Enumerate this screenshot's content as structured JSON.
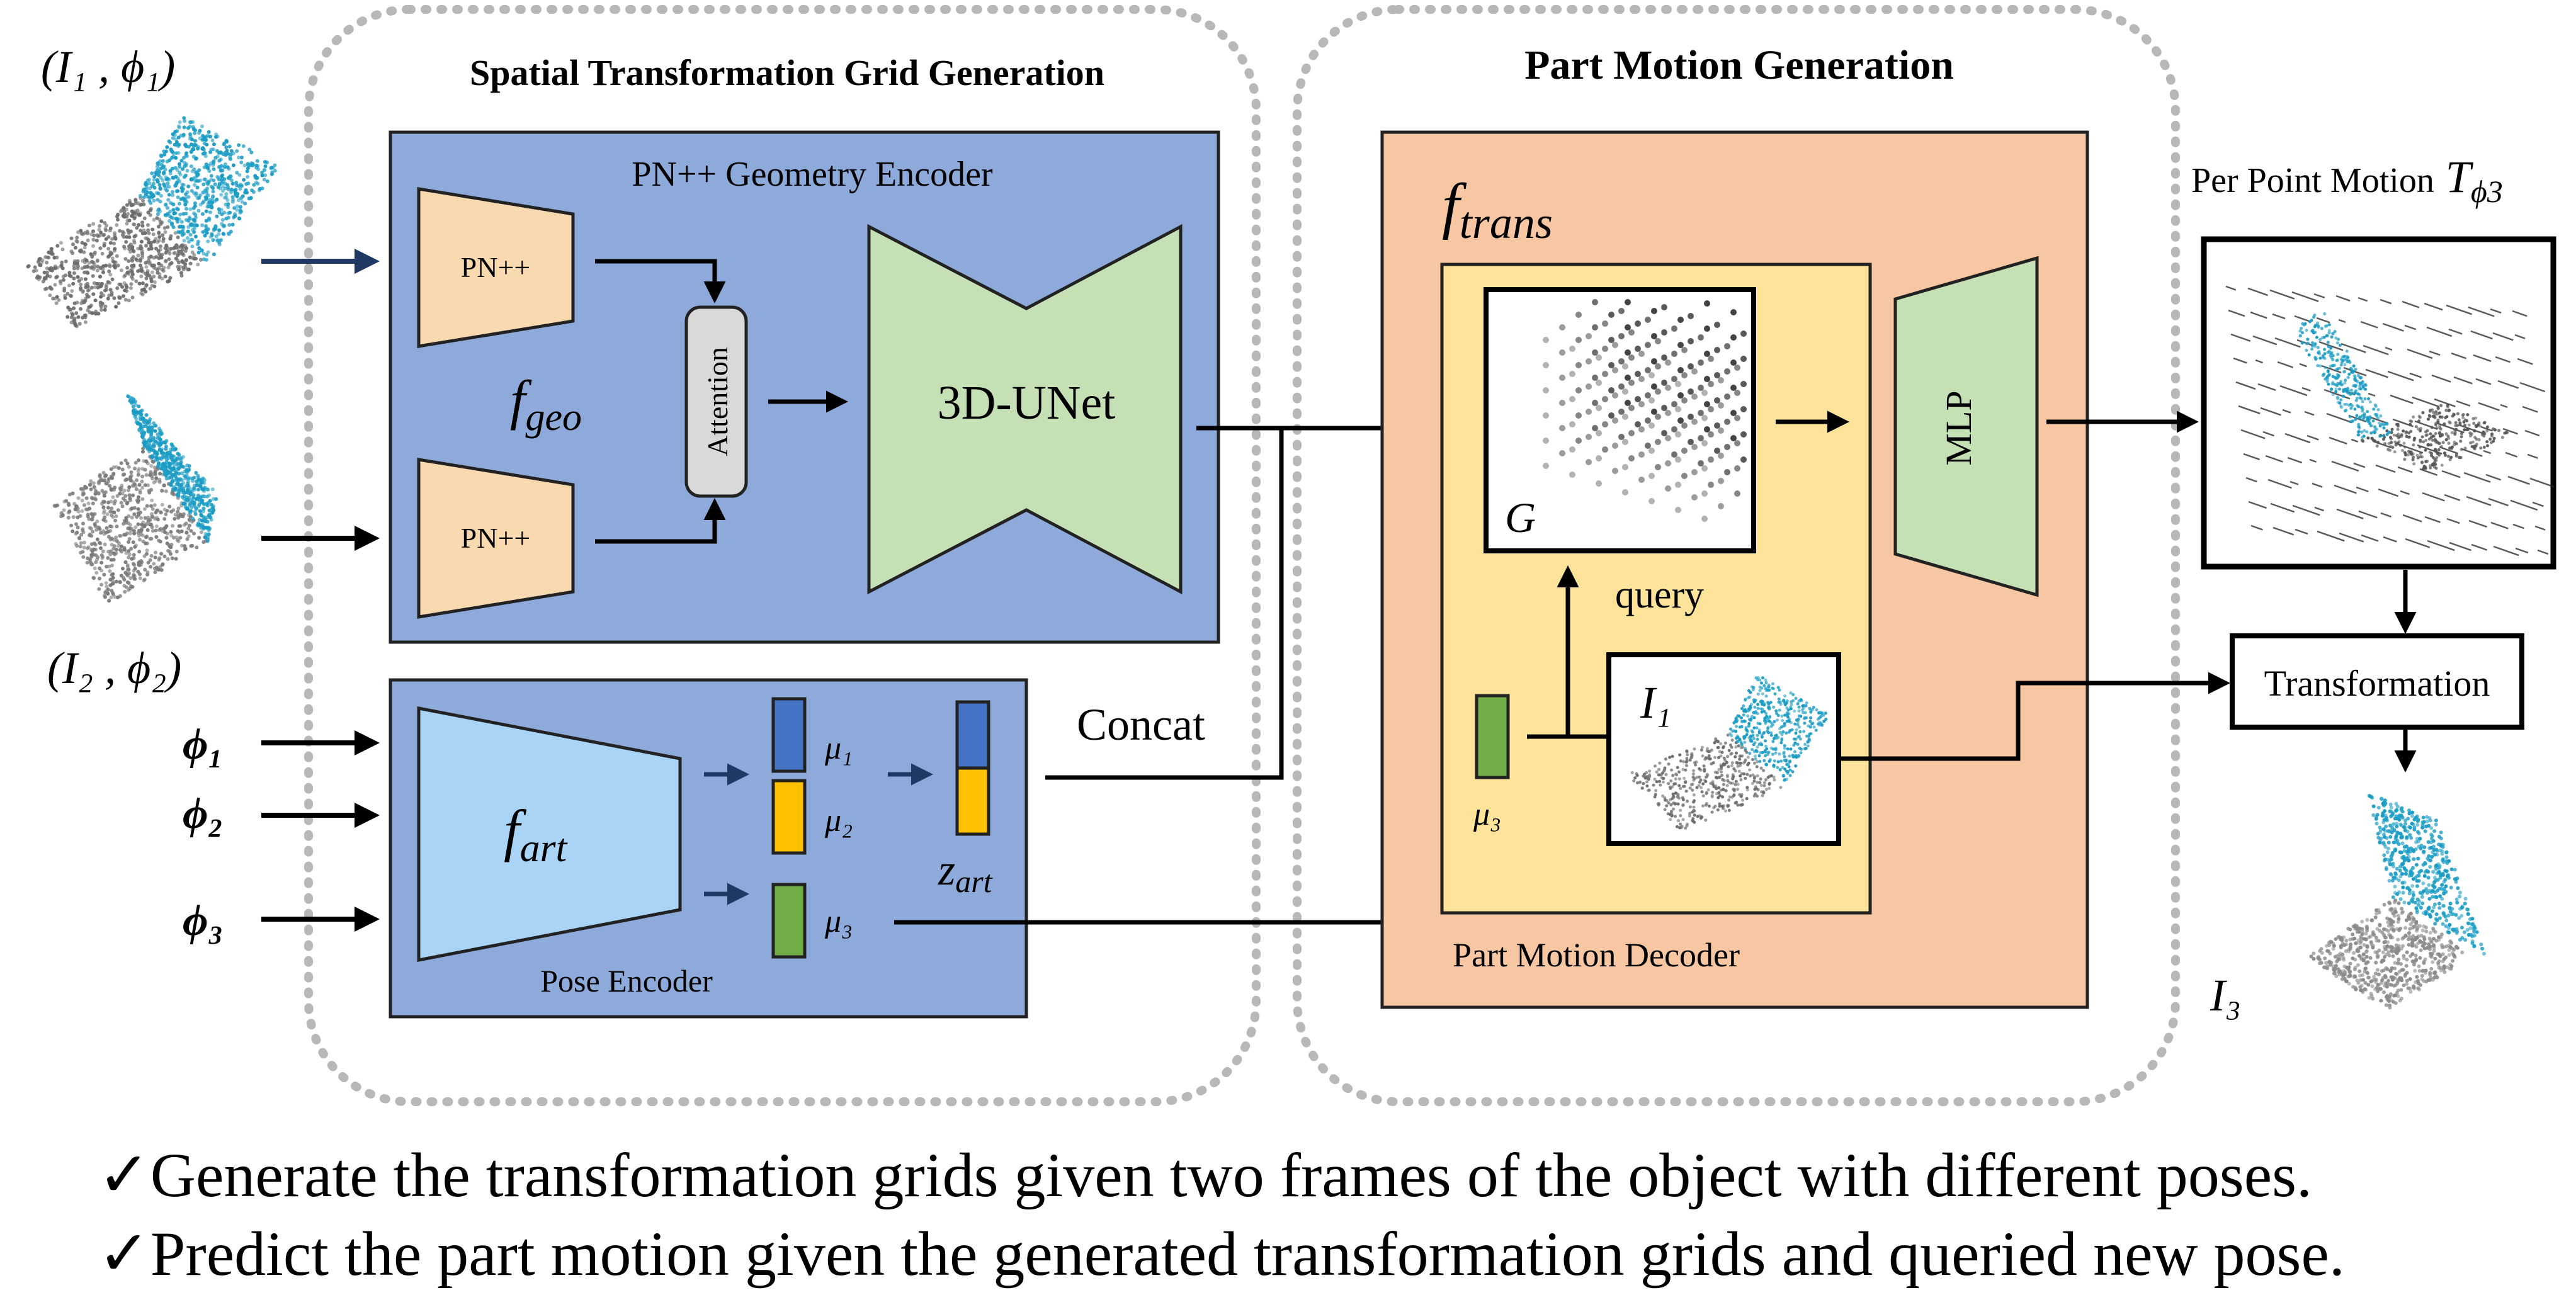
{
  "labels": {
    "input_pair1": "(I₁ , ϕ₁)",
    "input_pair2": "(I₂ , ϕ₂)",
    "phi1": "ϕ₁",
    "phi2": "ϕ₂",
    "phi3": "ϕ₃",
    "output_shape": "I₃"
  },
  "left_section": {
    "title": "Spatial Transformation Grid Generation",
    "geometry_encoder": {
      "title": "PN++ Geometry Encoder",
      "pn_label": "PN++",
      "attention_label": "Attention",
      "f_geo": "f",
      "f_geo_sub": "geo",
      "unet_label": "3D-UNet"
    },
    "pose_encoder": {
      "title": "Pose Encoder",
      "f_art": "f",
      "f_art_sub": "art",
      "mu1": "μ₁",
      "mu2": "μ₂",
      "mu3": "μ₃",
      "z_art": "z",
      "z_art_sub": "art"
    }
  },
  "concat_label": "Concat",
  "right_section": {
    "title": "Part Motion Generation",
    "f_trans": "f",
    "f_trans_sub": "trans",
    "grid_label": "G",
    "query_label": "query",
    "mu3": "μ₃",
    "i1_label": "I₁",
    "mlp_label": "MLP",
    "decoder_title": "Part Motion Decoder"
  },
  "output": {
    "per_point_motion": "Per Point Motion",
    "t_symbol": "T",
    "t_sub": "ϕ3",
    "transformation_label": "Transformation"
  },
  "bullets": [
    "Generate the transformation grids given two frames of the object with different poses.",
    "Predict the part motion given the generated transformation grids and queried new pose."
  ],
  "check_mark": "✓",
  "colors": {
    "encoder_box": "#8eaadb",
    "pn_box": "#f8d9b0",
    "unet_box": "#c5e0b4",
    "pose_trapezoid": "#a9d4f5",
    "trans_box": "#f7c7a4",
    "decoder_box": "#fde49a",
    "mu_blue": "#4472c4",
    "mu_orange": "#ffc000",
    "mu_green": "#70ad47",
    "cyan_points": "#1b9cc4",
    "gray_points": "#6b6b6b",
    "dotted_border": "#b8b8b8",
    "dark_arrow": "#1f3864"
  }
}
